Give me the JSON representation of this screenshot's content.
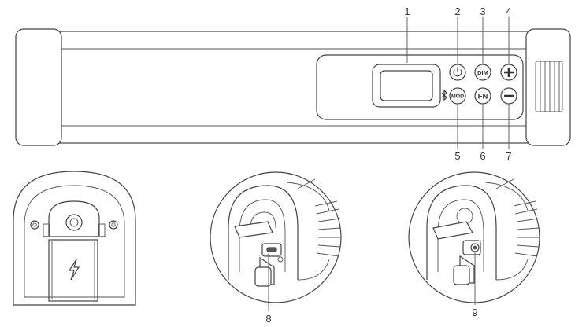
{
  "callouts": {
    "c1": "1",
    "c2": "2",
    "c3": "3",
    "c4": "4",
    "c5": "5",
    "c6": "6",
    "c7": "7",
    "c8": "8",
    "c9": "9"
  },
  "buttons": {
    "dim_label": "DIM",
    "mod_label": "MOD",
    "fn_label": "FN"
  },
  "icons": {
    "power": "power-icon",
    "plus": "plus-icon",
    "minus": "minus-icon",
    "bluetooth": "bluetooth-icon",
    "lightning": "lightning-icon"
  },
  "colors": {
    "line": "#444444",
    "background": "#ffffff"
  }
}
